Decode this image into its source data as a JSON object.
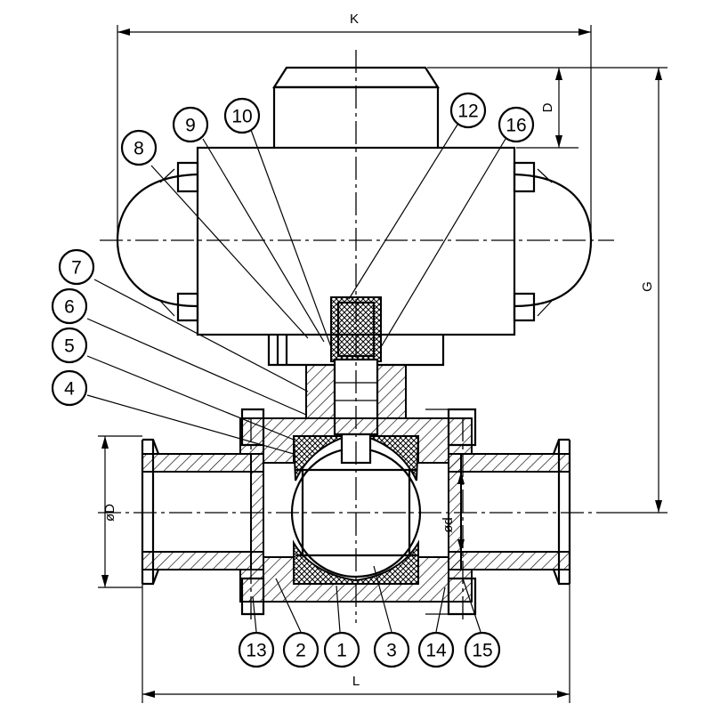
{
  "dimensions": {
    "K": "K",
    "D": "D",
    "G": "G",
    "L": "L",
    "phiD": "øD",
    "phid": "ød"
  },
  "callouts": [
    {
      "label": "8"
    },
    {
      "label": "9"
    },
    {
      "label": "10"
    },
    {
      "label": "12"
    },
    {
      "label": "16"
    },
    {
      "label": "7"
    },
    {
      "label": "6"
    },
    {
      "label": "5"
    },
    {
      "label": "4"
    },
    {
      "label": "13"
    },
    {
      "label": "2"
    },
    {
      "label": "1"
    },
    {
      "label": "3"
    },
    {
      "label": "14"
    },
    {
      "label": "15"
    }
  ]
}
